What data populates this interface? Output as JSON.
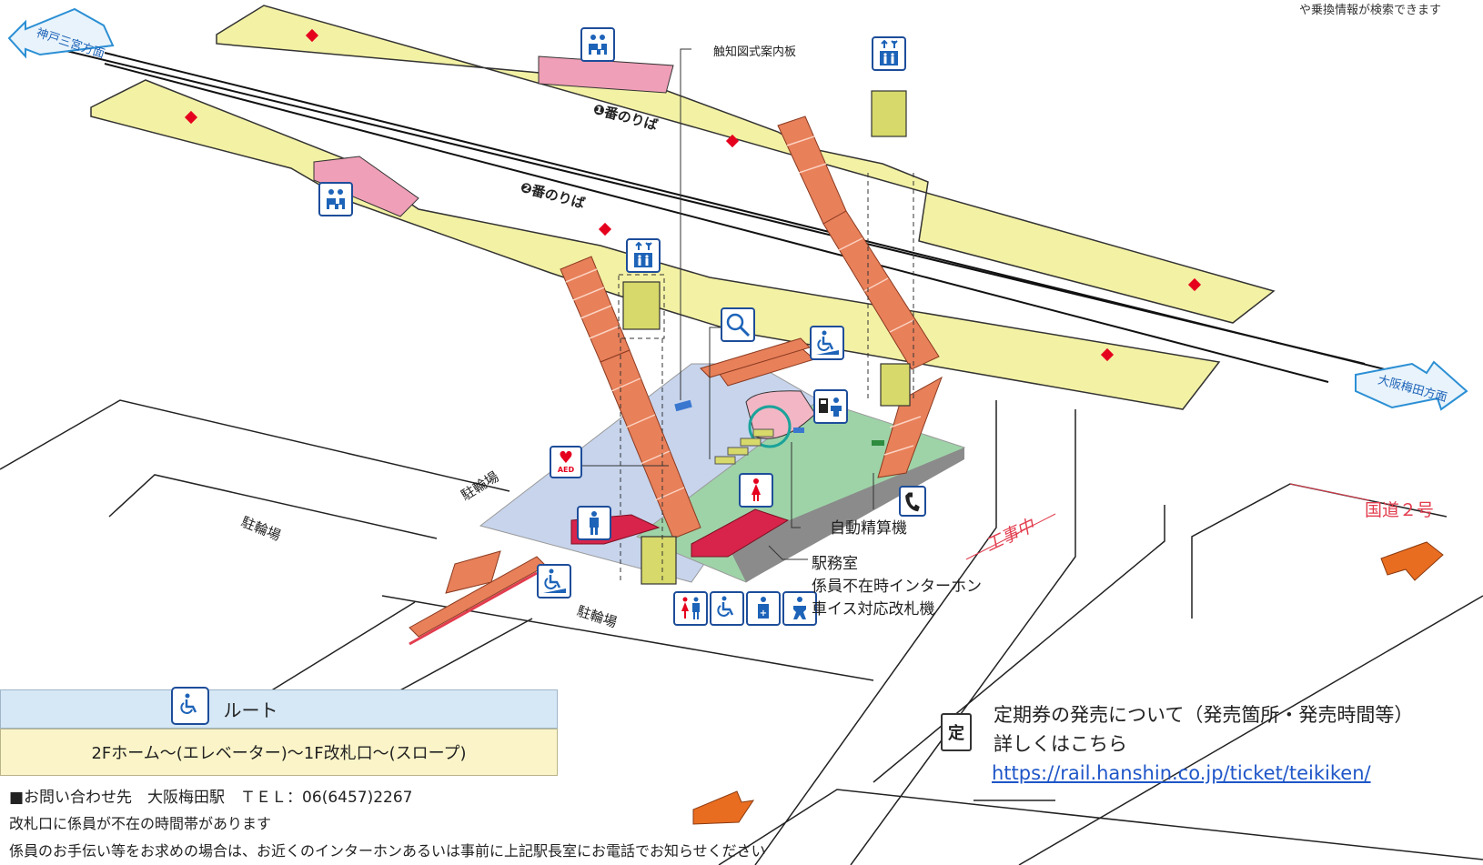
{
  "top_note": "や乗換情報が検索できます",
  "directions": {
    "kobe": "神戸三宮方面",
    "umeda": "大阪梅田方面"
  },
  "platforms": {
    "p1": "❶番のりば",
    "p2": "❷番のりば"
  },
  "tactile_board": "触知図式案内板",
  "bike_parking": {
    "a": "駐輪場",
    "b": "駐輪場",
    "c": "駐輪場"
  },
  "construction": "工事中",
  "route2": "国道２号",
  "facility_labels": {
    "fare_adjust": "自動精算機",
    "station_office": "駅務室",
    "intercom": "係員不在時インターホン",
    "wheelchair_gate": "車イス対応改札機"
  },
  "pictograms": {
    "aed": "AED"
  },
  "route_panel": {
    "title": "ルート",
    "body": "2Fホーム～(エレベーター)～1F改札口～(スロープ)"
  },
  "footer": {
    "contact": "■お問い合わせ先　大阪梅田駅　ＴＥＬ：06(6457)2267",
    "note1": "改札口に係員が不在の時間帯があります",
    "note2": "係員のお手伝い等をお求めの場合は、お近くのインターホンあるいは事前に上記駅長室にお電話でお知らせください"
  },
  "commuter_pass": {
    "icon": "定",
    "line1": "定期券の発売について（発売箇所・発売時間等）",
    "line2": "詳しくはこちら",
    "url": "https://rail.hanshin.co.jp/ticket/teikiken/"
  },
  "colors": {
    "platform": "#f3f1a4",
    "stairs": "#e8805a",
    "elevator": "#d7d96a",
    "concourse_blue": "#c7d4ec",
    "concourse_green": "#9ed3a8",
    "office_pink": "#f2b6c4",
    "toilet_red": "#d8244a",
    "route_red": "#e23d4e",
    "pictogram_blue": "#1d63b8"
  }
}
